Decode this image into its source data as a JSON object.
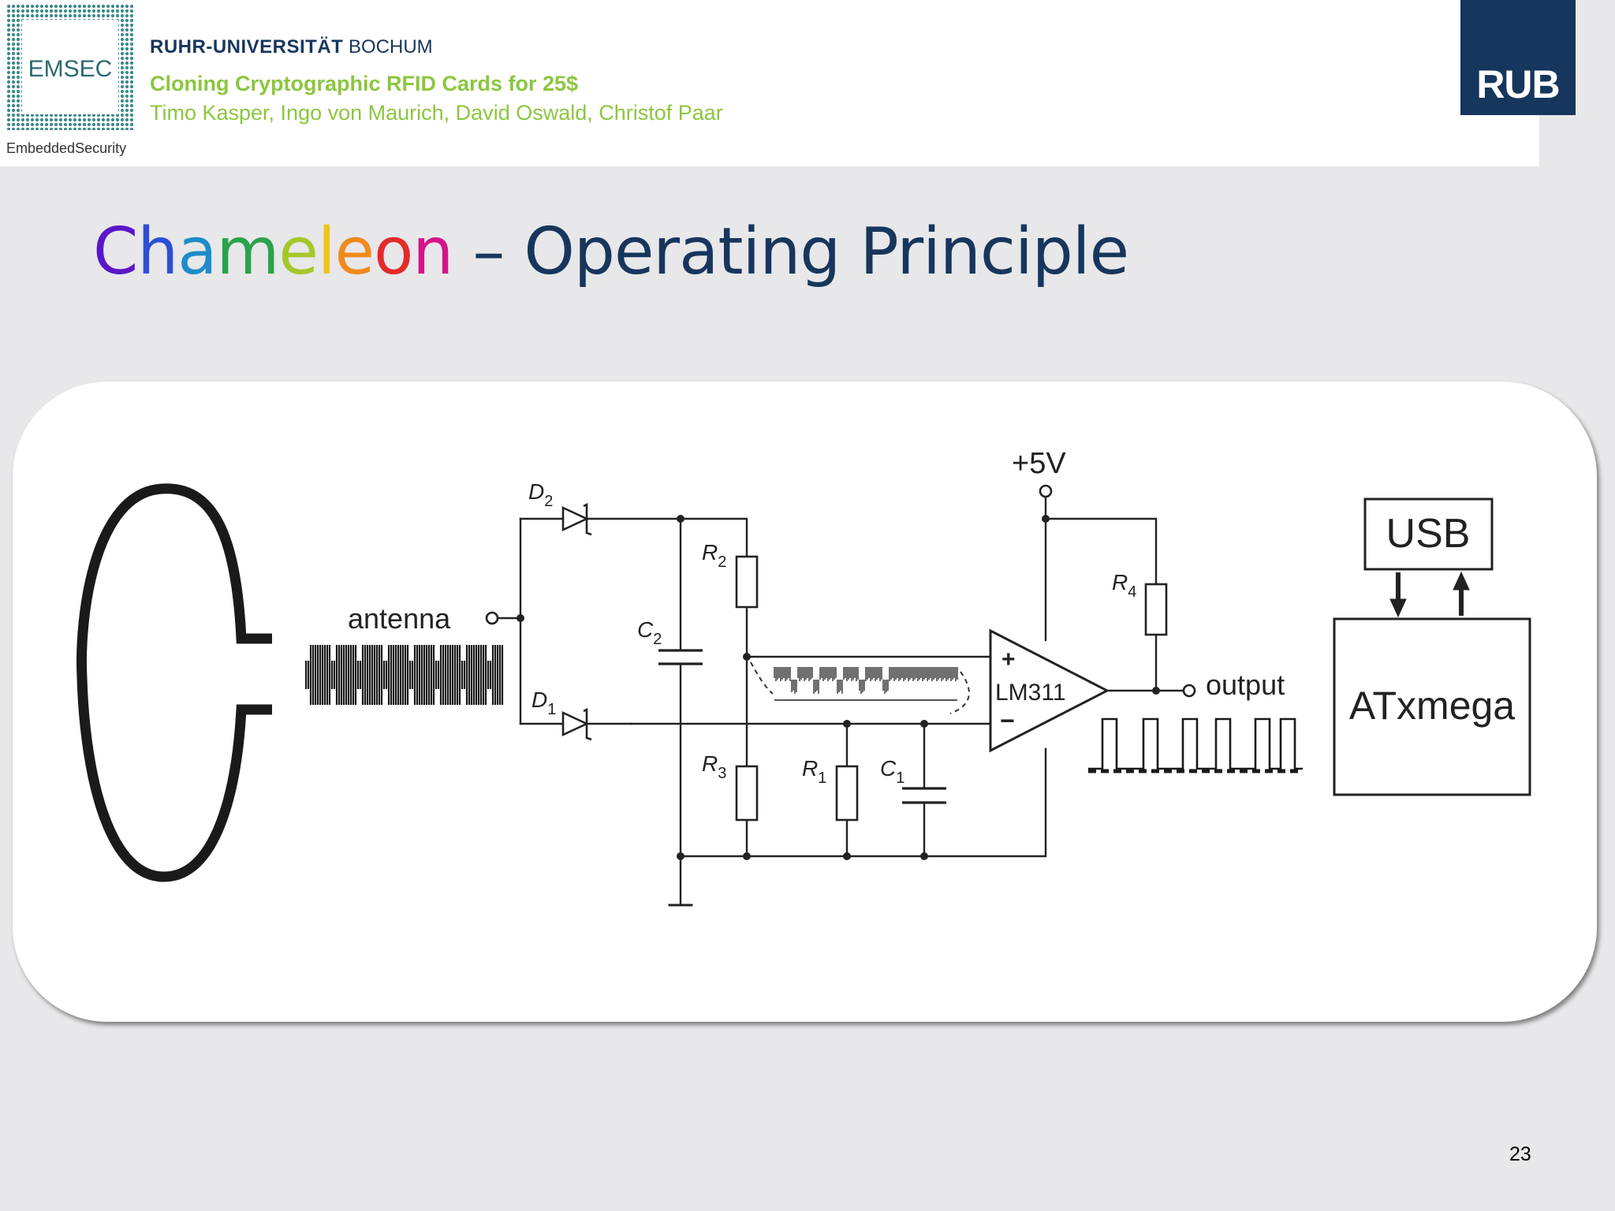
{
  "header": {
    "logo_text": "EMSEC",
    "logo_caption": "EmbeddedSecurity",
    "university_bold": "RUHR-UNIVERSITÄT",
    "university_rest": " BOCHUM",
    "talk_title": "Cloning Cryptographic RFID Cards for 25$",
    "authors": "Timo Kasper, Ingo von Maurich, David Oswald, Christof Paar",
    "rub_logo": "RUB"
  },
  "slide": {
    "title_word": "Chameleon",
    "title_rest": " – Operating Principle",
    "page_number": "23"
  },
  "colors": {
    "navy": "#17365d",
    "green": "#8cc63f",
    "title_rainbow": [
      "#5b16c9",
      "#2d4fd4",
      "#1e8cc8",
      "#2aa34a",
      "#a6c72a",
      "#f0c419",
      "#f08a1c",
      "#e32b2b",
      "#d4148a"
    ]
  },
  "diagram": {
    "antenna_label": "antenna",
    "supply_label": "+5V",
    "output_label": "output",
    "comparator_label": "LM311",
    "plus_sign": "+",
    "minus_sign": "−",
    "usb_label": "USB",
    "mcu_label": "ATxmega",
    "components": {
      "d1": {
        "letter": "D",
        "sub": "1"
      },
      "d2": {
        "letter": "D",
        "sub": "2"
      },
      "c1": {
        "letter": "C",
        "sub": "1"
      },
      "c2": {
        "letter": "C",
        "sub": "2"
      },
      "r1": {
        "letter": "R",
        "sub": "1"
      },
      "r2": {
        "letter": "R",
        "sub": "2"
      },
      "r3": {
        "letter": "R",
        "sub": "3"
      },
      "r4": {
        "letter": "R",
        "sub": "4"
      }
    }
  }
}
